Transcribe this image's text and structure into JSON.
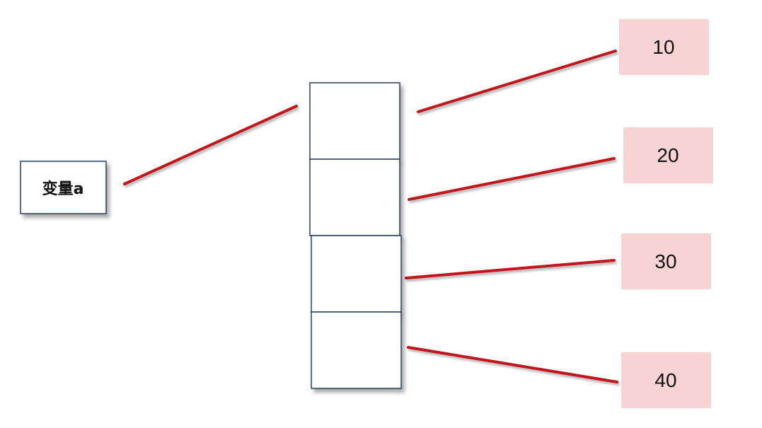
{
  "variable": {
    "label": "变量a"
  },
  "array": {
    "cell_count": 4
  },
  "values": [
    "10",
    "20",
    "30",
    "40"
  ],
  "colors": {
    "line": "#c0141c",
    "cell_border": "#24405e",
    "value_box_fill": "#f8d3d4",
    "text": "#111111"
  }
}
